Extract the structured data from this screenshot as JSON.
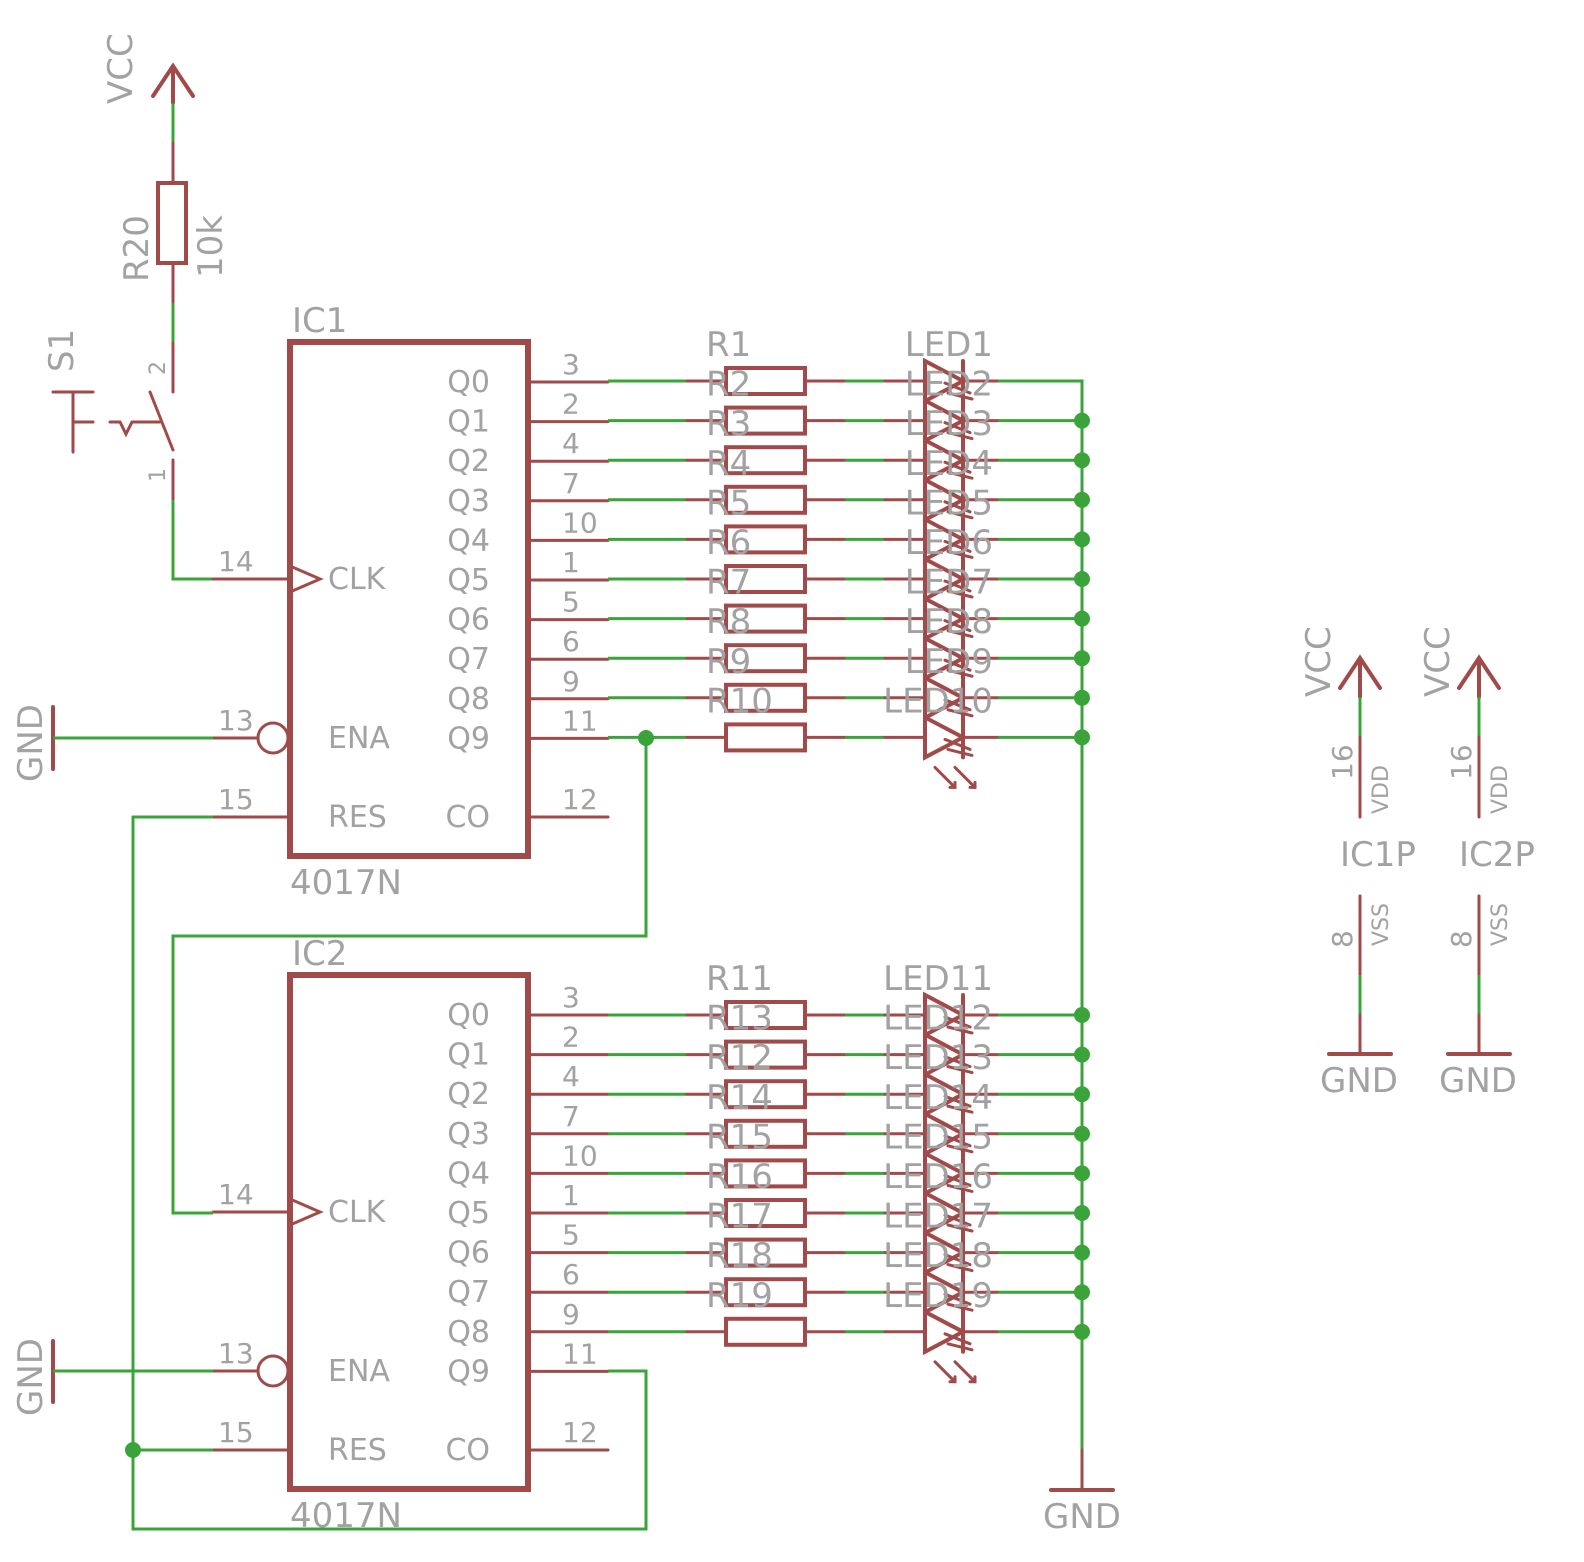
{
  "colors": {
    "part": "#a14a4a",
    "wire": "#3aa43a",
    "text": "#a2a2a2",
    "background": "#ffffff"
  },
  "supply": {
    "vcc": "VCC",
    "gnd": "GND"
  },
  "r20": {
    "name": "R20",
    "value": "10k"
  },
  "s1": {
    "name": "S1",
    "pin1": "1",
    "pin2": "2"
  },
  "ic1": {
    "name": "IC1",
    "value": "4017N",
    "outputs": [
      {
        "pin": "Q0",
        "num": "3"
      },
      {
        "pin": "Q1",
        "num": "2"
      },
      {
        "pin": "Q2",
        "num": "4"
      },
      {
        "pin": "Q3",
        "num": "7"
      },
      {
        "pin": "Q4",
        "num": "10"
      },
      {
        "pin": "Q5",
        "num": "1"
      },
      {
        "pin": "Q6",
        "num": "5"
      },
      {
        "pin": "Q7",
        "num": "6"
      },
      {
        "pin": "Q8",
        "num": "9"
      },
      {
        "pin": "Q9",
        "num": "11"
      }
    ],
    "clk": {
      "pin": "CLK",
      "num": "14"
    },
    "ena": {
      "pin": "ENA",
      "num": "13"
    },
    "res": {
      "pin": "RES",
      "num": "15"
    },
    "co": {
      "pin": "CO",
      "num": "12"
    }
  },
  "ic2": {
    "name": "IC2",
    "value": "4017N",
    "outputs": [
      {
        "pin": "Q0",
        "num": "3"
      },
      {
        "pin": "Q1",
        "num": "2"
      },
      {
        "pin": "Q2",
        "num": "4"
      },
      {
        "pin": "Q3",
        "num": "7"
      },
      {
        "pin": "Q4",
        "num": "10"
      },
      {
        "pin": "Q5",
        "num": "1"
      },
      {
        "pin": "Q6",
        "num": "5"
      },
      {
        "pin": "Q7",
        "num": "6"
      },
      {
        "pin": "Q8",
        "num": "9"
      },
      {
        "pin": "Q9",
        "num": "11"
      }
    ],
    "clk": {
      "pin": "CLK",
      "num": "14"
    },
    "ena": {
      "pin": "ENA",
      "num": "13"
    },
    "res": {
      "pin": "RES",
      "num": "15"
    },
    "co": {
      "pin": "CO",
      "num": "12"
    }
  },
  "resistors_top": [
    "R1",
    "R2",
    "R3",
    "R4",
    "R5",
    "R6",
    "R7",
    "R8",
    "R9",
    "R10"
  ],
  "resistors_bottom": [
    "R11",
    "R13",
    "R12",
    "R14",
    "R15",
    "R16",
    "R17",
    "R18",
    "R19"
  ],
  "leds_top": [
    "LED1",
    "LED2",
    "LED3",
    "LED4",
    "LED5",
    "LED6",
    "LED7",
    "LED8",
    "LED9",
    "LED10"
  ],
  "leds_bottom": [
    "LED11",
    "LED12",
    "LED13",
    "LED14",
    "LED15",
    "LED16",
    "LED17",
    "LED18",
    "LED19"
  ],
  "power_parts": [
    {
      "name": "IC1P",
      "vdd": "VDD",
      "vdd_num": "16",
      "vss": "VSS",
      "vss_num": "8"
    },
    {
      "name": "IC2P",
      "vdd": "VDD",
      "vdd_num": "16",
      "vss": "VSS",
      "vss_num": "8"
    }
  ]
}
